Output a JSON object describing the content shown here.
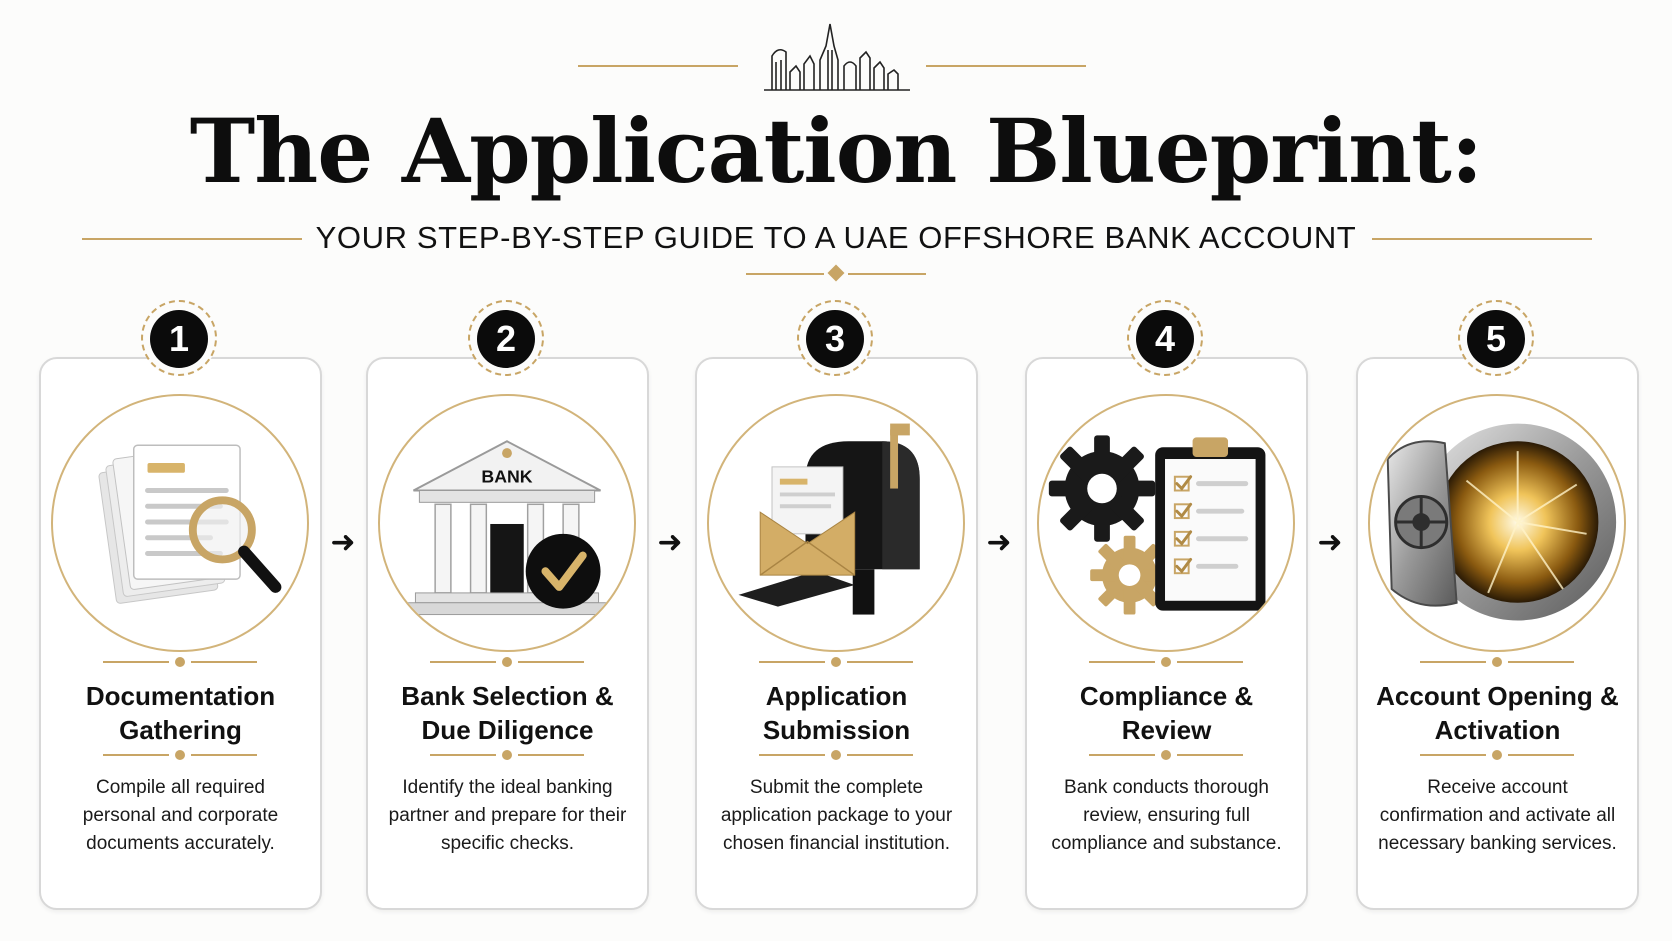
{
  "header": {
    "title": "The Application Blueprint:",
    "subtitle": "YOUR STEP-BY-STEP GUIDE TO A UAE OFFSHORE BANK ACCOUNT"
  },
  "colors": {
    "gold": "#c8a565",
    "black": "#0b0b0b",
    "card_border": "#d8d8d8"
  },
  "steps": [
    {
      "number": "1",
      "title": "Documentation Gathering",
      "description": "Compile all required personal and corporate documents accurately.",
      "icon": "documents-magnifier-icon"
    },
    {
      "number": "2",
      "title": "Bank Selection & Due Diligence",
      "description": "Identify the ideal banking partner and prepare for their specific checks.",
      "icon": "bank-check-icon",
      "bank_label": "BANK"
    },
    {
      "number": "3",
      "title": "Application Submission",
      "description": "Submit the complete application package to your chosen financial institution.",
      "icon": "mailbox-envelope-icon"
    },
    {
      "number": "4",
      "title": "Compliance & Review",
      "description": "Bank conducts thorough review, ensuring full compliance and substance.",
      "icon": "gears-checklist-icon"
    },
    {
      "number": "5",
      "title": "Account Opening & Activation",
      "description": "Receive account confirmation and activate all necessary banking services.",
      "icon": "vault-icon"
    }
  ]
}
